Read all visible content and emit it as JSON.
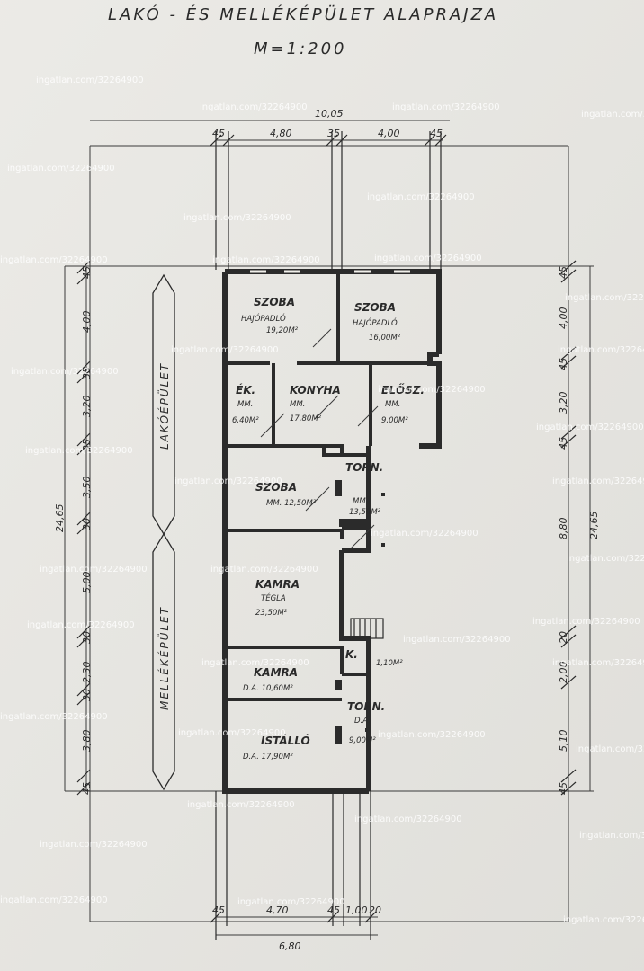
{
  "title": {
    "line1": "LAKÓ - ÉS  MELLÉKÉPÜLET  ALAPRAJZA",
    "scale": "M=1:200"
  },
  "dimensions": {
    "top_total": "10,05",
    "top_parts": [
      "45",
      "4,80",
      "35",
      "4,00",
      "45"
    ],
    "bottom_total": "6,80",
    "bottom_parts": [
      "45",
      "4,70",
      "45",
      "1,00",
      "20"
    ],
    "left_total": "24,65",
    "left_parts": [
      "45",
      "4,00",
      "35",
      "3,20",
      "35",
      "3,50",
      "30",
      "5,00",
      "30",
      "2,30",
      "30",
      "3,80",
      "45"
    ],
    "right_total": "24,65",
    "right_parts": [
      "45",
      "4,00",
      "45",
      "3,20",
      "45",
      "8,80",
      "20",
      "2,00",
      "5,10",
      "45"
    ]
  },
  "side_labels": {
    "upper": "LAKÓÉPÜLET",
    "lower": "MELLÉKÉPÜLET"
  },
  "rooms": [
    {
      "name": "SZOBA",
      "line2": "HAJÓPADLÓ",
      "area": "19,20M²"
    },
    {
      "name": "SZOBA",
      "line2": "HAJÓPADLÓ",
      "area": "16,00M²"
    },
    {
      "name": "ÉK.",
      "line2": "MM.",
      "area": "6,40M²"
    },
    {
      "name": "KONYHA",
      "line2": "MM.",
      "area": "17,80M²"
    },
    {
      "name": "ELŐSZ.",
      "line2": "MM.",
      "area": "9,00M²"
    },
    {
      "name": "SZOBA",
      "line2": "MM. 12,50M²",
      "area": ""
    },
    {
      "name": "TORN.",
      "line2": "MM.",
      "area": "13,50M²"
    },
    {
      "name": "KAMRA",
      "line2": "TÉGLA",
      "area": "23,50M²"
    },
    {
      "name": "K.",
      "line2": "",
      "area": "1,10M²"
    },
    {
      "name": "KAMRA",
      "line2": "D.A. 10,60M²",
      "area": ""
    },
    {
      "name": "TORN.",
      "line2": "D.A.",
      "area": "9,00M²"
    },
    {
      "name": "ISTÁLLÓ",
      "line2": "D.A. 17,90M²",
      "area": ""
    }
  ],
  "watermark": "ingatlan.com/32264900"
}
